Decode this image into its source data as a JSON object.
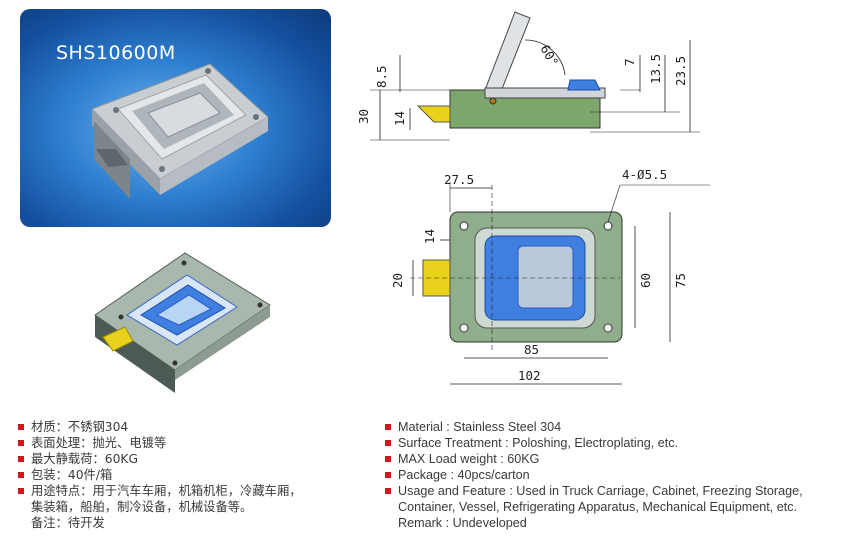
{
  "product": {
    "model": "SHS10600M"
  },
  "dimensions": {
    "side_view": {
      "angle": "60°",
      "d_8_5": "8.5",
      "d_7": "7",
      "d_13_5": "13.5",
      "d_23_5": "23.5",
      "d_30": "30",
      "d_14": "14"
    },
    "front_view": {
      "d_27_5": "27.5",
      "holes": "4-Ø5.5",
      "d_14": "14",
      "d_20": "20",
      "d_60": "60",
      "d_75": "75",
      "d_85": "85",
      "d_102": "102"
    }
  },
  "specs_cn": [
    {
      "text": "材质：不锈钢304",
      "bullet": true
    },
    {
      "text": "表面处理：抛光、电镀等",
      "bullet": true
    },
    {
      "text": "最大静载荷：60KG",
      "bullet": true
    },
    {
      "text": "包装：40件/箱",
      "bullet": true
    },
    {
      "text": "用途特点：用于汽车车厢，机箱机柜，冷藏车厢，",
      "bullet": true
    },
    {
      "text": "集装箱，船舶，制冷设备，机械设备等。",
      "bullet": false
    },
    {
      "text": "备注：待开发",
      "bullet": false
    }
  ],
  "specs_en": [
    {
      "text": "Material : Stainless Steel 304",
      "bullet": true
    },
    {
      "text": "Surface Treatment : Poloshing, Electroplating, etc.",
      "bullet": true
    },
    {
      "text": "MAX Load weight : 60KG",
      "bullet": true
    },
    {
      "text": "Package : 40pcs/carton",
      "bullet": true
    },
    {
      "text": "Usage and Feature : Used in Truck Carriage, Cabinet, Freezing Storage,",
      "bullet": true
    },
    {
      "text": "Container, Vessel, Refrigerating Apparatus, Mechanical Equipment, etc.",
      "bullet": false
    },
    {
      "text": "Remark : Undeveloped",
      "bullet": false
    }
  ],
  "colors": {
    "accent_red": "#d0161e",
    "panel_blue": "#2f7fd0",
    "body_green": "#7ca66c",
    "handle_blue": "#3f7fe0",
    "bolt_yellow": "#e8d21c"
  }
}
